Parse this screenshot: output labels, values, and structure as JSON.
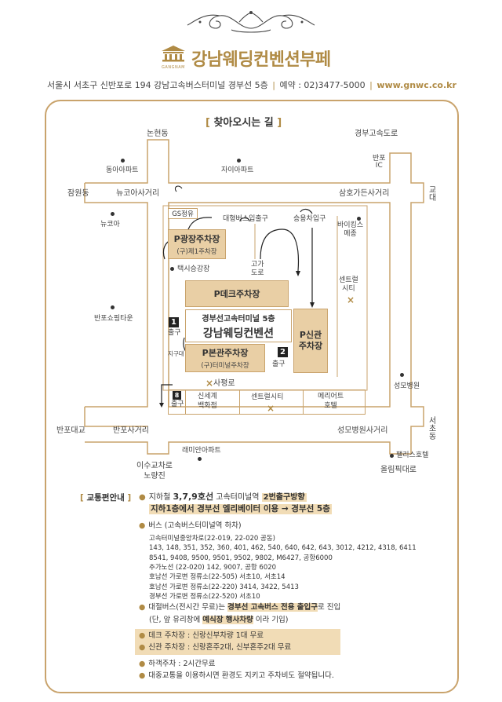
{
  "header": {
    "brand": "GANGNAM",
    "title": "강남웨딩컨벤션부페",
    "address": "서울시 서초구 신반포로 194 강남고속버스터미널 경부선 5층",
    "reservation": "예약 : 02)3477-5000",
    "url": "www.gnwc.co.kr"
  },
  "map": {
    "heading": "찾아오시는 길",
    "roads": {
      "nonhyeon": "논현동",
      "gyeongbu_expressway": "경부고속도로",
      "banpo_ic": "반포\nIC",
      "jamwon": "잠원동",
      "newcoa_intersection": "뉴코아사거리",
      "samho_intersection": "삼호가든사거리",
      "gyodae": "교\n대",
      "banpo_bridge": "반포대교",
      "banpo_intersection": "반포사거리",
      "seongmo_intersection": "성모병원사거리",
      "seocho": "서\n초\n동",
      "isu": "이수교차로\n노량진",
      "olympic": "올림픽대로",
      "sapyeong": "사평로"
    },
    "landmarks": {
      "donga": "동아아파트",
      "xi": "자이아파트",
      "newcoa": "뉴코아",
      "banpo_shopping": "반포쇼핑타운",
      "gs": "GS정유",
      "largebus": "대형버스입출구",
      "carentrance": "승용차입구",
      "viking": "바이킹스\n메종",
      "central_city_r": "센트럴\n시티",
      "taxi": "택시승강장",
      "elevated": "고가\n도로",
      "underground": "지구대",
      "seongmo": "성모병원",
      "raemian": "래미안아파트",
      "palace": "팰리스호텔",
      "shinsegae": "신세계\n백화점",
      "central_city_b": "센트럴시티",
      "marriott": "메리어트\n호텔"
    },
    "lots": {
      "plaza": "P광장주차장",
      "plaza_sub": "(구)제1주차장",
      "deck": "P데크주차장",
      "main": "P본관주차장",
      "main_sub": "(구)터미널주차장",
      "new": "P신관\n주차장"
    },
    "building": {
      "line1": "경부선고속터미널 5층",
      "line2": "강남웨딩컨벤션"
    },
    "exits": {
      "e1_num": "1",
      "e1_label": "출구",
      "e2_num": "2",
      "e2_label": "출구",
      "e8_num": "8",
      "e8_label": "출구"
    }
  },
  "transit": {
    "label": "교통편안내",
    "subway_prefix": "지하철 ",
    "subway_lines": "3,7,9호선",
    "subway_station": " 고속터미널역 ",
    "subway_exit": "2번출구방향",
    "subway_line2": "지하1층에서 경부선 엘리베이터 이용 → 경부선 5층",
    "bus_title": "버스 (고속버스터미널역 하차)",
    "bus_lines": [
      "고속터미널중앙차로(22-019, 22-020 공동)",
      "143, 148, 351, 352, 360, 401, 462, 540, 640, 642, 643, 3012, 4212, 4318, 6411",
      "8541, 9408, 9500, 9501, 9502, 9802, M6427, 공항6000",
      "추가노선 (22-020) 142, 9007, 공항 6020",
      "호남선 가로변 정류소(22-505) 서초10, 서초14",
      "호남선 가로변 정류소(22-220) 3414, 3422, 5413",
      "경부선 가로변 정류소(22-520) 서초10"
    ],
    "charter_a": "대절버스(전시간 무료)는 ",
    "charter_b": "경부선 고속버스 전용 출입구",
    "charter_c": "로 진입",
    "charter2_a": "(단, 앞 유리창에 ",
    "charter2_b": "예식장 행사차량",
    "charter2_c": " 이라 기입)",
    "deck_parking": "데크 주차장 : 신랑신부차량 1대 무료",
    "new_parking": "신관 주차장 : 신랑혼주2대, 신부혼주2대 무료",
    "lower_parking": "하객주차 : 2시간무료",
    "public_note": "대중교통을 이용하시면 환경도 지키고 주차비도 절약됩니다."
  },
  "colors": {
    "gold": "#b08b45",
    "road_border": "#c9a36c",
    "lot_fill": "#e9cfa5",
    "highlight": "#f1dcb6"
  }
}
